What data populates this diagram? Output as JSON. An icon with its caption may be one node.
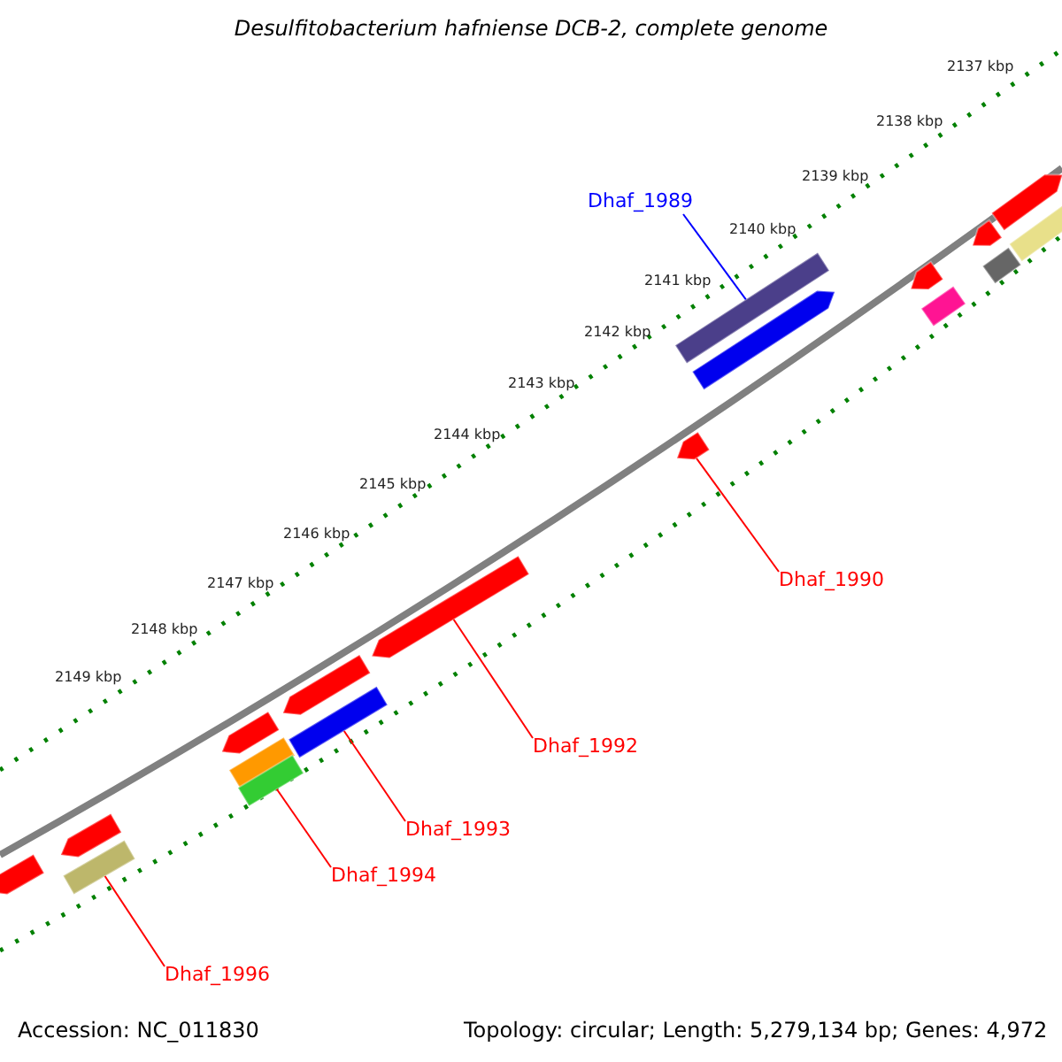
{
  "diagram": {
    "title": "Desulfitobacterium hafniense DCB-2, complete genome",
    "nodes": [
      {
        "text": [
          "Dhaf_1989"
        ]
      },
      {
        "text": [
          "Dhaf_1990"
        ]
      },
      {
        "text": [
          "Dhaf_1992"
        ]
      },
      {
        "text": [
          "Dhaf_1993"
        ]
      },
      {
        "text": [
          "Dhaf_1994"
        ]
      },
      {
        "text": [
          "Dhaf_1996"
        ]
      },
      {
        "text": [],
        "shape": "bar"
      },
      {
        "text": [],
        "shape": "bar"
      },
      {
        "text": [],
        "shape": "bar"
      },
      {
        "text": [],
        "shape": "bar"
      },
      {
        "text": [],
        "shape": "bar"
      },
      {
        "text": [],
        "shape": "bar"
      },
      {
        "text": [],
        "shape": "bar"
      },
      {
        "text": [],
        "shape": "bar"
      },
      {
        "text": [],
        "shape": "bar"
      },
      {
        "text": [],
        "shape": "bar"
      },
      {
        "text": [],
        "shape": "bar"
      },
      {
        "text": [],
        "shape": "bar"
      },
      {
        "text": [],
        "shape": "bar"
      },
      {
        "text": [],
        "shape": "bar"
      },
      {
        "text": [],
        "shape": "bar"
      },
      {
        "text": [],
        "shape": "bar"
      },
      {
        "text": [],
        "shape": "bar"
      },
      {
        "text": [],
        "shape": "bar"
      }
    ],
    "edges": [
      {
        "from": 0,
        "to": 16,
        "arrow": "none",
        "color": "#0000ff"
      },
      {
        "from": 1,
        "to": 15,
        "arrow": "none"
      },
      {
        "from": 2,
        "to": 14,
        "arrow": "none"
      },
      {
        "from": 3,
        "to": 13,
        "arrow": "none"
      },
      {
        "from": 4,
        "to": 11,
        "arrow": "none"
      },
      {
        "from": 5,
        "to": 8,
        "arrow": "none"
      }
    ],
    "labels": [
      "2137 kbp",
      "2138 kbp",
      "2139 kbp",
      "2140 kbp",
      "2141 kbp",
      "2142 kbp",
      "2143 kbp",
      "2144 kbp",
      "2145 kbp",
      "2146 kbp",
      "2147 kbp",
      "2148 kbp",
      "2149 kbp",
      "Accession: NC_011830",
      "Topology: circular; Length: 5,279,134 bp; Genes: 4,972"
    ]
  }
}
